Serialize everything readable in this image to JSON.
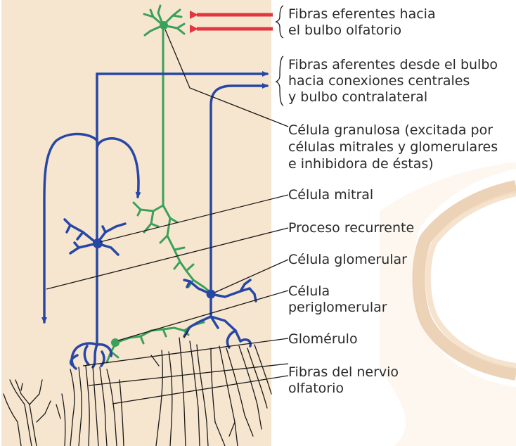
{
  "labels": {
    "efferent": [
      "Fibras eferentes hacia",
      "el bulbo olfatorio"
    ],
    "afferent": [
      "Fibras aferentes desde el bulbo",
      "hacia conexiones centrales",
      "y bulbo contralateral"
    ],
    "granule": [
      "Célula granulosa (excitada por",
      "células mitrales y glomerulares",
      "e inhibidora de éstas)"
    ],
    "mitral": "Célula mitral",
    "recurrent": "Proceso recurrente",
    "glomerular_cell": "Célula glomerular",
    "periglomerular": [
      "Célula",
      "periglomerular"
    ],
    "glomerulus": "Glomérulo",
    "olfactory_fibers": [
      "Fibras del nervio",
      "olfatorio"
    ]
  },
  "colors": {
    "background_panel": "#f7e6cf",
    "neuron_blue": "#2747a6",
    "neuron_green": "#3aa05a",
    "arrow_red": "#e0383f",
    "nerve_fibers": "#1a1a1a",
    "leader_lines": "#1a1a1a"
  }
}
